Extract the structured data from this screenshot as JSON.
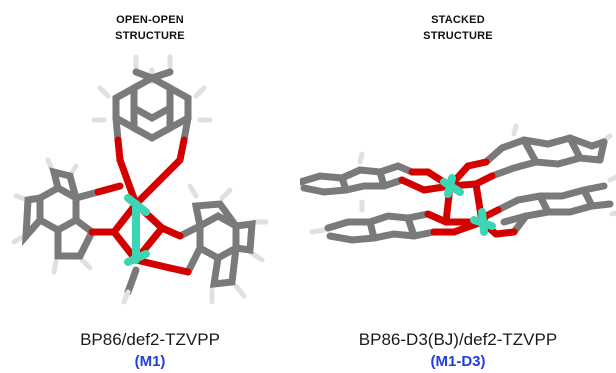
{
  "colors": {
    "carbon": "#7a7a7a",
    "hydrogen": "#e4e4e4",
    "oxygen": "#d40000",
    "metal": "#3cd6b4",
    "label_blue": "#1f3fdc",
    "text": "#1a1a1a"
  },
  "panels": [
    {
      "heading_line1": "OPEN-OPEN",
      "heading_line2": "STRUCTURE",
      "method": "BP86/def2-TZVPP",
      "model": "(M1)"
    },
    {
      "heading_line1": "STACKED",
      "heading_line2": "STRUCTURE",
      "method": "BP86-D3(BJ)/def2-TZVPP",
      "model": "(M1-D3)"
    }
  ]
}
